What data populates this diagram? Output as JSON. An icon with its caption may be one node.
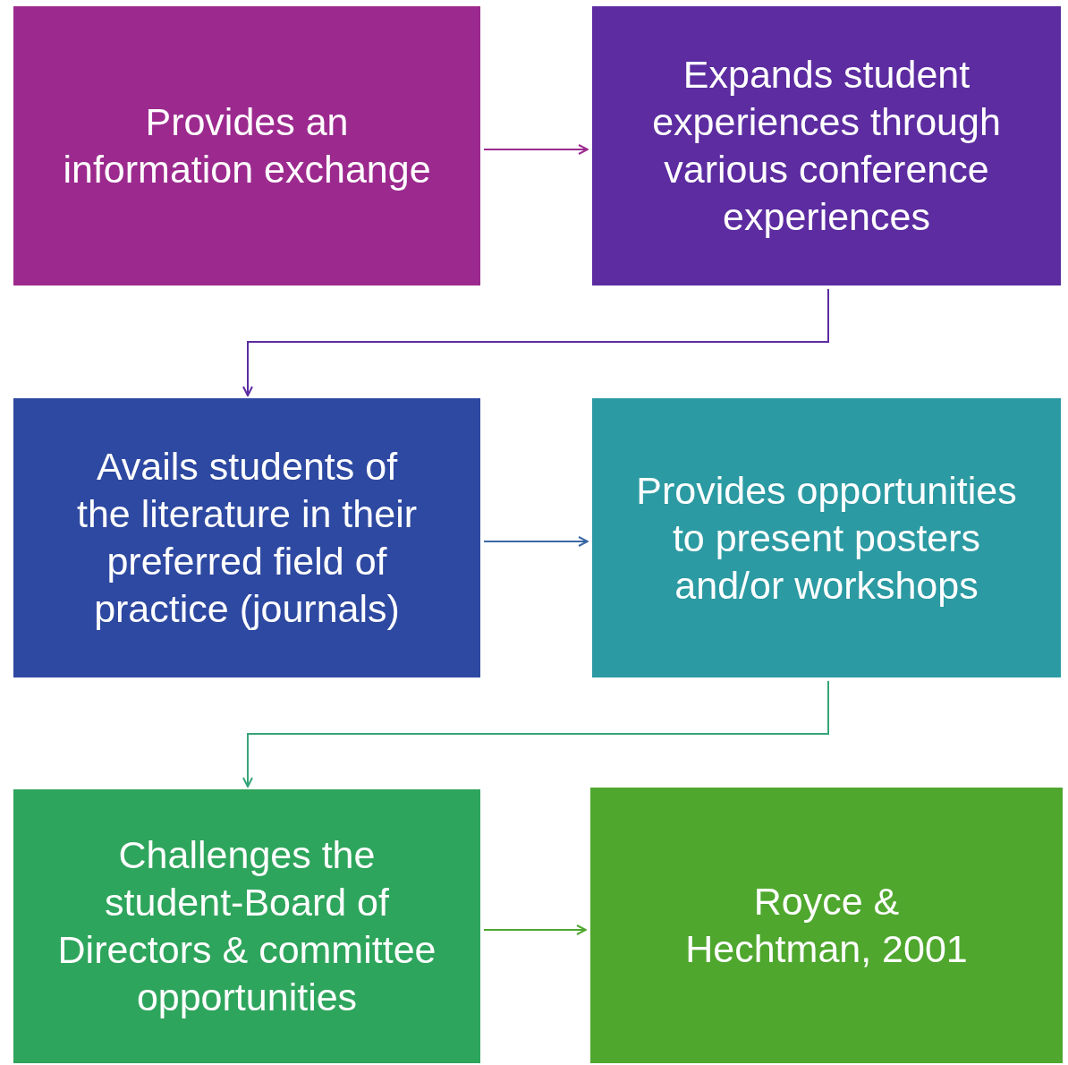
{
  "diagram": {
    "nodes": [
      {
        "text": [
          "Provides an information exchange"
        ]
      },
      {
        "text": [
          "Expands student experiences through various conference experiences"
        ]
      },
      {
        "text": [
          "Avails students of the literature in their preferred field of practice (journals)"
        ]
      },
      {
        "text": [
          "Provides opportunities to present posters and/or workshops"
        ]
      },
      {
        "text": [
          "Challenges the student-Board of Directors & committee opportunities"
        ]
      },
      {
        "text": [
          "Royce & Hechtman, 2001"
        ]
      }
    ],
    "edges": [
      {
        "from": 0,
        "to": 1,
        "arrow": "to",
        "color": "#9c2a8e"
      },
      {
        "from": 1,
        "to": 2,
        "arrow": "to",
        "color": "#5c2ca0"
      },
      {
        "from": 2,
        "to": 3,
        "arrow": "to",
        "color": "#3a68a4"
      },
      {
        "from": 3,
        "to": 4,
        "arrow": "to",
        "color": "#36a57a"
      },
      {
        "from": 4,
        "to": 5,
        "arrow": "to",
        "color": "#4fa72e"
      }
    ]
  }
}
